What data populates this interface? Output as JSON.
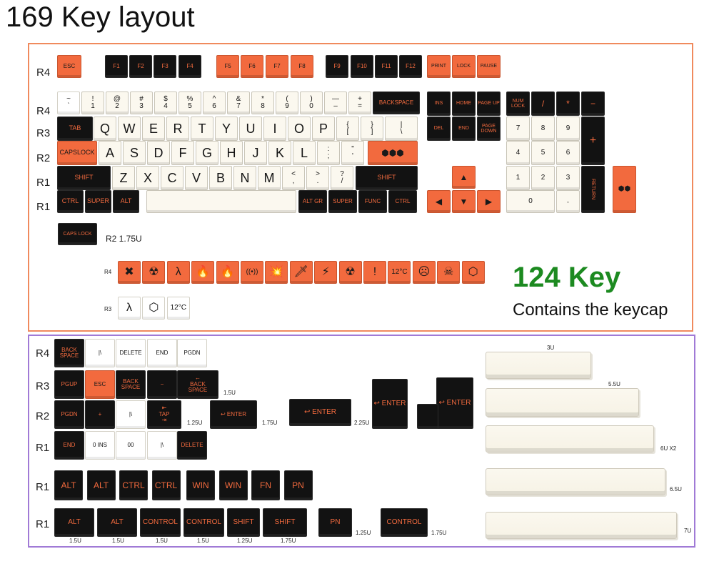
{
  "title": "169 Key layout",
  "colors": {
    "orange": "#f26a3e",
    "black": "#121212",
    "cream": "#fbf8ef",
    "green": "#1c8a20",
    "panel_top": "#f08a5d",
    "panel_bottom": "#a07ad6"
  },
  "summary": {
    "count": "124 Key",
    "note": "Contains the keycap"
  },
  "top": {
    "rows": [
      "R4",
      "R4",
      "R3",
      "R2",
      "R1",
      "R1"
    ],
    "fn_row": {
      "esc": "ESC",
      "f": [
        "F1",
        "F2",
        "F3",
        "F4",
        "F5",
        "F6",
        "F7",
        "F8",
        "F9",
        "F10",
        "F11",
        "F12"
      ],
      "sys": [
        "PRINT",
        "LOCK",
        "PAUSE"
      ]
    },
    "number_row": {
      "keys": [
        [
          "~",
          "`"
        ],
        [
          "!",
          "1"
        ],
        [
          "@",
          "2"
        ],
        [
          "#",
          "3"
        ],
        [
          "$",
          "4"
        ],
        [
          "%",
          "5"
        ],
        [
          "^",
          "6"
        ],
        [
          "&",
          "7"
        ],
        [
          "*",
          "8"
        ],
        [
          "(",
          "9"
        ],
        [
          ")",
          "0"
        ],
        [
          "—",
          "–"
        ],
        [
          "+",
          "="
        ]
      ],
      "backspace": "BACKSPACE"
    },
    "qwerty_row": {
      "tab": "TAB",
      "letters": [
        "Q",
        "W",
        "E",
        "R",
        "T",
        "Y",
        "U",
        "I",
        "O",
        "P"
      ],
      "extra": [
        [
          "{",
          "["
        ],
        [
          "}",
          "]"
        ],
        [
          "|",
          "\\"
        ]
      ]
    },
    "home_row": {
      "caps": "CAPSLOCK",
      "letters": [
        "A",
        "S",
        "D",
        "F",
        "G",
        "H",
        "J",
        "K",
        "L"
      ],
      "extra": [
        [
          ":",
          ";"
        ],
        [
          "\"",
          "'"
        ]
      ]
    },
    "shift_row": {
      "shift_l": "SHIFT",
      "letters": [
        "Z",
        "X",
        "C",
        "V",
        "B",
        "N",
        "M"
      ],
      "extra": [
        [
          "<",
          ","
        ],
        [
          ">",
          "."
        ],
        [
          "?",
          "/"
        ]
      ],
      "shift_r": "SHIFT"
    },
    "bottom_row": {
      "left": [
        "CTRL",
        "SUPER",
        "ALT"
      ],
      "right": [
        "ALT GR",
        "SUPER",
        "FUNC",
        "CTRL"
      ]
    },
    "nav": {
      "r1": [
        "INS",
        "HOME",
        "PAGE UP"
      ],
      "r2": [
        "DEL",
        "END",
        "PAGE DOWN"
      ]
    },
    "numpad": {
      "top": [
        "NUM LOCK",
        "/",
        "*",
        "−"
      ],
      "r1": [
        "7",
        "8",
        "9"
      ],
      "r2": [
        "4",
        "5",
        "6"
      ],
      "r3": [
        "1",
        "2",
        "3"
      ],
      "plus": "+",
      "zero": "0",
      "dot": "·",
      "return": "RETURN"
    },
    "caps_extra_label": "R2 1.75U",
    "caps_extra_key": "CAPS LOCK",
    "icon_row_labels": [
      "R4",
      "R3"
    ],
    "icons_r4": [
      "✖",
      "☢",
      "λ",
      "🔥",
      "🔥",
      "((•))",
      "💥",
      "🗡",
      "⚡",
      "☢",
      "!",
      "12°C",
      "☹",
      "☠",
      "⬡"
    ],
    "icons_r3": [
      "λ",
      "⬡",
      "12°C"
    ]
  },
  "bottom": {
    "rows": [
      "R4",
      "R3",
      "R2",
      "R1",
      "R1",
      "R1"
    ],
    "grid_r4": [
      "BACK SPACE",
      "|\\",
      "DELETE",
      "END",
      "PGDN"
    ],
    "grid_r3": [
      "PGUP",
      "ESC",
      "BACK SPACE",
      "−",
      "← BACK SPACE"
    ],
    "grid_r2": [
      "PGDN",
      "+",
      "|\\",
      "⇤ TAP ⇥",
      "↩ ENTER"
    ],
    "grid_r1": [
      "END",
      "0 INS",
      "00",
      "|\\",
      "DELETE"
    ],
    "size_labels": [
      "1.5U",
      "1.25U",
      "1.75U",
      "2.25U"
    ],
    "enter_keys": [
      "↩ ENTER",
      "↩ ENTER",
      "↩ ENTER"
    ],
    "mods_row1": [
      "ALT",
      "ALT",
      "CTRL",
      "CTRL",
      "WIN",
      "WIN",
      "FN",
      "PN"
    ],
    "mods_row2": [
      "ALT",
      "ALT",
      "CONTROL",
      "CONTROL",
      "SHIFT",
      "SHIFT",
      "PN",
      "CONTROL"
    ],
    "mods_row2_sizes": [
      "1.5U",
      "1.5U",
      "1.5U",
      "1.5U",
      "1.25U",
      "1.75U",
      "1.25U",
      "1.75U"
    ],
    "spacebars": [
      "3U",
      "5.5U",
      "6U X2",
      "6.5U",
      "7U"
    ]
  }
}
